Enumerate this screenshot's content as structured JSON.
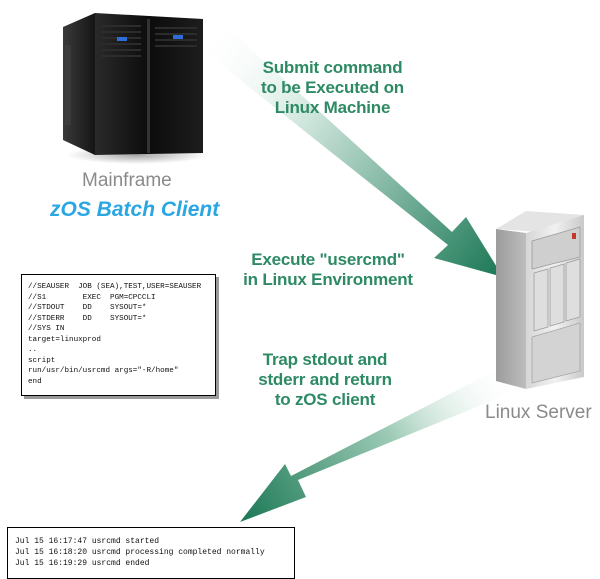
{
  "labels": {
    "submit": [
      "Submit command",
      "to be Executed on",
      "Linux Machine"
    ],
    "execute": [
      "Execute \"usercmd\"",
      "in Linux Environment"
    ],
    "trap": [
      "Trap stdout and",
      "stderr and return",
      "to zOS client"
    ]
  },
  "mainframe": {
    "title": "Mainframe",
    "subtitle": "zOS Batch Client"
  },
  "server": {
    "title": "Linux Server"
  },
  "jcl_lines": [
    "//SEAUSER  JOB (SEA),TEST,USER=SEAUSER",
    "//S1        EXEC  PGM=CPCCLI",
    "//STDOUT    DD    SYSOUT=*",
    "//STDERR    DD    SYSOUT=*",
    "//SYS IN",
    "target=linuxprod",
    "..",
    "script",
    "run/usr/bin/usrcmd args=\"-R/home\"",
    "end"
  ],
  "log_lines": [
    "Jul 15 16:17:47 usrcmd started",
    "Jul 15 16:18:20 usrcmd processing completed normally",
    "Jul 15 16:19:29 usrcmd ended"
  ],
  "colors": {
    "arrow": "#1e7a58",
    "label": "#2e8a65",
    "mainframe_caption": "#8a8a8a",
    "client_caption": "#2aa7e3"
  }
}
